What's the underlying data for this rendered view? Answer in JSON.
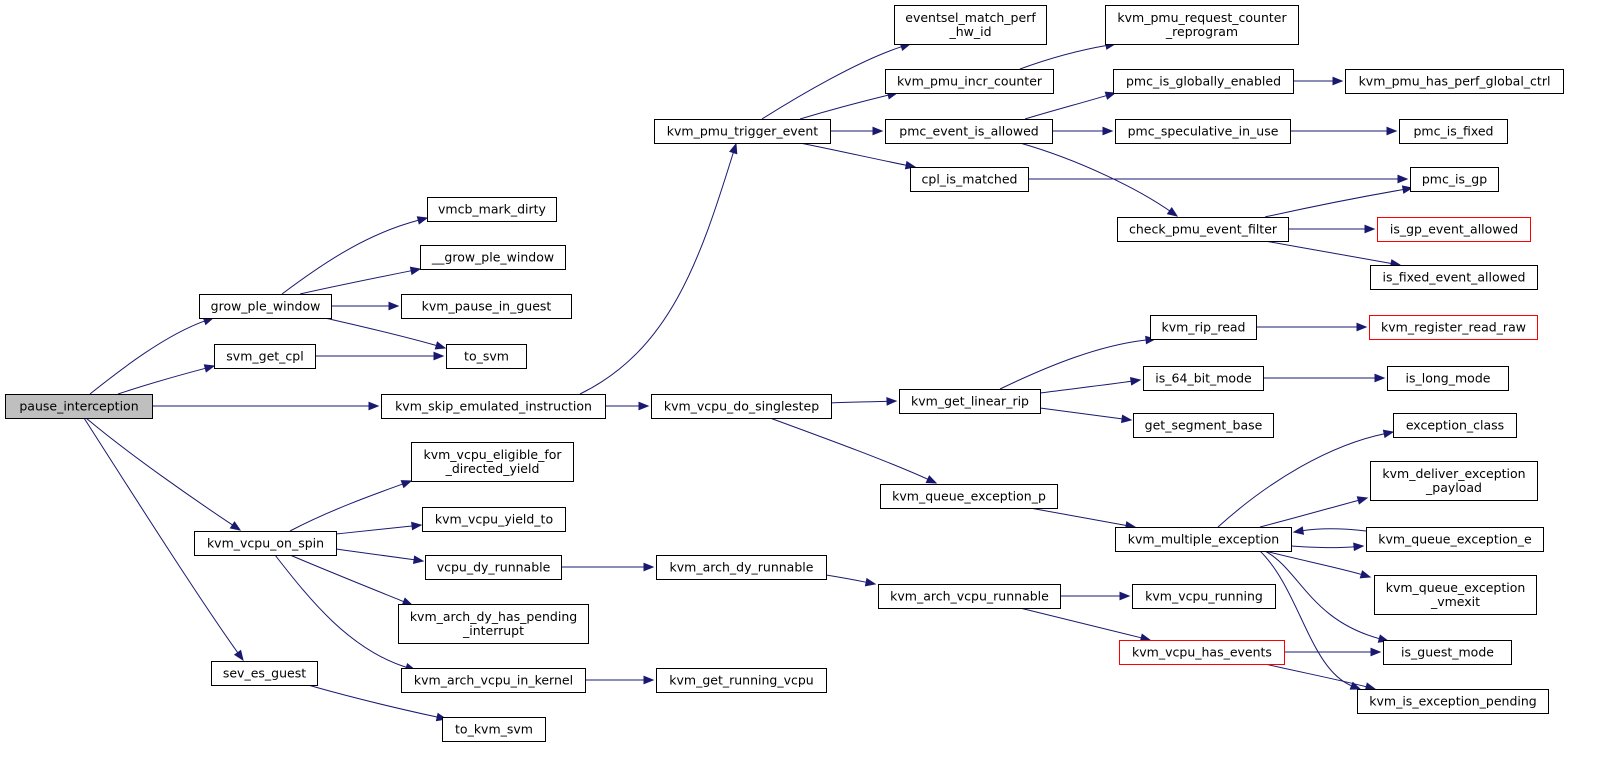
{
  "graph": {
    "edge_color": "#191970",
    "root_fill": "#bfbfbf",
    "highlight_border": "#ff0000",
    "nodes": [
      {
        "id": "pause_interception",
        "lines": [
          "pause_interception"
        ],
        "root": true
      },
      {
        "id": "grow_ple_window",
        "lines": [
          "grow_ple_window"
        ]
      },
      {
        "id": "svm_get_cpl",
        "lines": [
          "svm_get_cpl"
        ]
      },
      {
        "id": "kvm_skip_emulated_instruction",
        "lines": [
          "kvm_skip_emulated_instruction"
        ]
      },
      {
        "id": "kvm_vcpu_on_spin",
        "lines": [
          "kvm_vcpu_on_spin"
        ]
      },
      {
        "id": "sev_es_guest",
        "lines": [
          "sev_es_guest"
        ]
      },
      {
        "id": "vmcb_mark_dirty",
        "lines": [
          "vmcb_mark_dirty"
        ]
      },
      {
        "id": "__grow_ple_window",
        "lines": [
          "__grow_ple_window"
        ]
      },
      {
        "id": "kvm_pause_in_guest",
        "lines": [
          "kvm_pause_in_guest"
        ]
      },
      {
        "id": "to_svm",
        "lines": [
          "to_svm"
        ]
      },
      {
        "id": "kvm_vcpu_eligible_for_directed_yield",
        "lines": [
          "kvm_vcpu_eligible_for",
          "_directed_yield"
        ]
      },
      {
        "id": "kvm_vcpu_yield_to",
        "lines": [
          "kvm_vcpu_yield_to"
        ]
      },
      {
        "id": "vcpu_dy_runnable",
        "lines": [
          "vcpu_dy_runnable"
        ]
      },
      {
        "id": "kvm_arch_dy_has_pending_interrupt",
        "lines": [
          "kvm_arch_dy_has_pending",
          "_interrupt"
        ]
      },
      {
        "id": "kvm_arch_vcpu_in_kernel",
        "lines": [
          "kvm_arch_vcpu_in_kernel"
        ]
      },
      {
        "id": "to_kvm_svm",
        "lines": [
          "to_kvm_svm"
        ]
      },
      {
        "id": "kvm_pmu_trigger_event",
        "lines": [
          "kvm_pmu_trigger_event"
        ]
      },
      {
        "id": "kvm_vcpu_do_singlestep",
        "lines": [
          "kvm_vcpu_do_singlestep"
        ]
      },
      {
        "id": "kvm_arch_dy_runnable",
        "lines": [
          "kvm_arch_dy_runnable"
        ]
      },
      {
        "id": "kvm_get_running_vcpu",
        "lines": [
          "kvm_get_running_vcpu"
        ]
      },
      {
        "id": "eventsel_match_perf_hw_id",
        "lines": [
          "eventsel_match_perf",
          "_hw_id"
        ]
      },
      {
        "id": "kvm_pmu_incr_counter",
        "lines": [
          "kvm_pmu_incr_counter"
        ]
      },
      {
        "id": "pmc_event_is_allowed",
        "lines": [
          "pmc_event_is_allowed"
        ]
      },
      {
        "id": "cpl_is_matched",
        "lines": [
          "cpl_is_matched"
        ]
      },
      {
        "id": "kvm_get_linear_rip",
        "lines": [
          "kvm_get_linear_rip"
        ]
      },
      {
        "id": "kvm_queue_exception_p",
        "lines": [
          "kvm_queue_exception_p"
        ]
      },
      {
        "id": "kvm_arch_vcpu_runnable",
        "lines": [
          "kvm_arch_vcpu_runnable"
        ]
      },
      {
        "id": "kvm_pmu_request_counter_reprogram",
        "lines": [
          "kvm_pmu_request_counter",
          "_reprogram"
        ]
      },
      {
        "id": "pmc_is_globally_enabled",
        "lines": [
          "pmc_is_globally_enabled"
        ]
      },
      {
        "id": "pmc_speculative_in_use",
        "lines": [
          "pmc_speculative_in_use"
        ]
      },
      {
        "id": "check_pmu_event_filter",
        "lines": [
          "check_pmu_event_filter"
        ]
      },
      {
        "id": "kvm_rip_read",
        "lines": [
          "kvm_rip_read"
        ]
      },
      {
        "id": "is_64_bit_mode",
        "lines": [
          "is_64_bit_mode"
        ]
      },
      {
        "id": "get_segment_base",
        "lines": [
          "get_segment_base"
        ]
      },
      {
        "id": "kvm_multiple_exception",
        "lines": [
          "kvm_multiple_exception"
        ]
      },
      {
        "id": "kvm_vcpu_running",
        "lines": [
          "kvm_vcpu_running"
        ]
      },
      {
        "id": "kvm_vcpu_has_events",
        "lines": [
          "kvm_vcpu_has_events"
        ],
        "red": true
      },
      {
        "id": "kvm_pmu_has_perf_global_ctrl",
        "lines": [
          "kvm_pmu_has_perf_global_ctrl"
        ]
      },
      {
        "id": "pmc_is_fixed",
        "lines": [
          "pmc_is_fixed"
        ]
      },
      {
        "id": "pmc_is_gp",
        "lines": [
          "pmc_is_gp"
        ]
      },
      {
        "id": "is_gp_event_allowed",
        "lines": [
          "is_gp_event_allowed"
        ],
        "red": true
      },
      {
        "id": "is_fixed_event_allowed",
        "lines": [
          "is_fixed_event_allowed"
        ]
      },
      {
        "id": "kvm_register_read_raw",
        "lines": [
          "kvm_register_read_raw"
        ],
        "red": true
      },
      {
        "id": "is_long_mode",
        "lines": [
          "is_long_mode"
        ]
      },
      {
        "id": "exception_class",
        "lines": [
          "exception_class"
        ]
      },
      {
        "id": "kvm_deliver_exception_payload",
        "lines": [
          "kvm_deliver_exception",
          "_payload"
        ]
      },
      {
        "id": "kvm_queue_exception_e",
        "lines": [
          "kvm_queue_exception_e"
        ]
      },
      {
        "id": "kvm_queue_exception_vmexit",
        "lines": [
          "kvm_queue_exception",
          "_vmexit"
        ]
      },
      {
        "id": "is_guest_mode",
        "lines": [
          "is_guest_mode"
        ]
      },
      {
        "id": "kvm_is_exception_pending",
        "lines": [
          "kvm_is_exception_pending"
        ]
      }
    ],
    "edges": [
      [
        "pause_interception",
        "grow_ple_window"
      ],
      [
        "pause_interception",
        "svm_get_cpl"
      ],
      [
        "pause_interception",
        "kvm_skip_emulated_instruction"
      ],
      [
        "pause_interception",
        "kvm_vcpu_on_spin"
      ],
      [
        "pause_interception",
        "sev_es_guest"
      ],
      [
        "grow_ple_window",
        "vmcb_mark_dirty"
      ],
      [
        "grow_ple_window",
        "__grow_ple_window"
      ],
      [
        "grow_ple_window",
        "kvm_pause_in_guest"
      ],
      [
        "grow_ple_window",
        "to_svm"
      ],
      [
        "svm_get_cpl",
        "to_svm"
      ],
      [
        "kvm_skip_emulated_instruction",
        "kvm_pmu_trigger_event"
      ],
      [
        "kvm_skip_emulated_instruction",
        "kvm_vcpu_do_singlestep"
      ],
      [
        "kvm_vcpu_on_spin",
        "kvm_vcpu_eligible_for_directed_yield"
      ],
      [
        "kvm_vcpu_on_spin",
        "kvm_vcpu_yield_to"
      ],
      [
        "kvm_vcpu_on_spin",
        "vcpu_dy_runnable"
      ],
      [
        "kvm_vcpu_on_spin",
        "kvm_arch_dy_has_pending_interrupt"
      ],
      [
        "kvm_vcpu_on_spin",
        "kvm_arch_vcpu_in_kernel"
      ],
      [
        "sev_es_guest",
        "to_kvm_svm"
      ],
      [
        "vcpu_dy_runnable",
        "kvm_arch_dy_runnable"
      ],
      [
        "kvm_arch_vcpu_in_kernel",
        "kvm_get_running_vcpu"
      ],
      [
        "kvm_pmu_trigger_event",
        "eventsel_match_perf_hw_id"
      ],
      [
        "kvm_pmu_trigger_event",
        "kvm_pmu_incr_counter"
      ],
      [
        "kvm_pmu_trigger_event",
        "pmc_event_is_allowed"
      ],
      [
        "kvm_pmu_trigger_event",
        "cpl_is_matched"
      ],
      [
        "kvm_pmu_incr_counter",
        "kvm_pmu_request_counter_reprogram"
      ],
      [
        "pmc_event_is_allowed",
        "pmc_is_globally_enabled"
      ],
      [
        "pmc_event_is_allowed",
        "pmc_speculative_in_use"
      ],
      [
        "pmc_event_is_allowed",
        "check_pmu_event_filter"
      ],
      [
        "pmc_is_globally_enabled",
        "kvm_pmu_has_perf_global_ctrl"
      ],
      [
        "pmc_speculative_in_use",
        "pmc_is_fixed"
      ],
      [
        "cpl_is_matched",
        "pmc_is_gp"
      ],
      [
        "check_pmu_event_filter",
        "pmc_is_gp"
      ],
      [
        "check_pmu_event_filter",
        "is_gp_event_allowed"
      ],
      [
        "check_pmu_event_filter",
        "is_fixed_event_allowed"
      ],
      [
        "kvm_vcpu_do_singlestep",
        "kvm_get_linear_rip"
      ],
      [
        "kvm_vcpu_do_singlestep",
        "kvm_queue_exception_p"
      ],
      [
        "kvm_get_linear_rip",
        "kvm_rip_read"
      ],
      [
        "kvm_get_linear_rip",
        "is_64_bit_mode"
      ],
      [
        "kvm_get_linear_rip",
        "get_segment_base"
      ],
      [
        "kvm_rip_read",
        "kvm_register_read_raw"
      ],
      [
        "is_64_bit_mode",
        "is_long_mode"
      ],
      [
        "kvm_queue_exception_p",
        "kvm_multiple_exception"
      ],
      [
        "kvm_multiple_exception",
        "exception_class"
      ],
      [
        "kvm_multiple_exception",
        "kvm_deliver_exception_payload"
      ],
      [
        "kvm_multiple_exception",
        "kvm_queue_exception_e"
      ],
      [
        "kvm_queue_exception_e",
        "kvm_multiple_exception"
      ],
      [
        "kvm_multiple_exception",
        "kvm_queue_exception_vmexit"
      ],
      [
        "kvm_multiple_exception",
        "is_guest_mode"
      ],
      [
        "kvm_multiple_exception",
        "kvm_is_exception_pending"
      ],
      [
        "kvm_arch_dy_runnable",
        "kvm_arch_vcpu_runnable"
      ],
      [
        "kvm_arch_vcpu_runnable",
        "kvm_vcpu_running"
      ],
      [
        "kvm_arch_vcpu_runnable",
        "kvm_vcpu_has_events"
      ],
      [
        "kvm_vcpu_has_events",
        "is_guest_mode"
      ],
      [
        "kvm_vcpu_has_events",
        "kvm_is_exception_pending"
      ]
    ]
  }
}
